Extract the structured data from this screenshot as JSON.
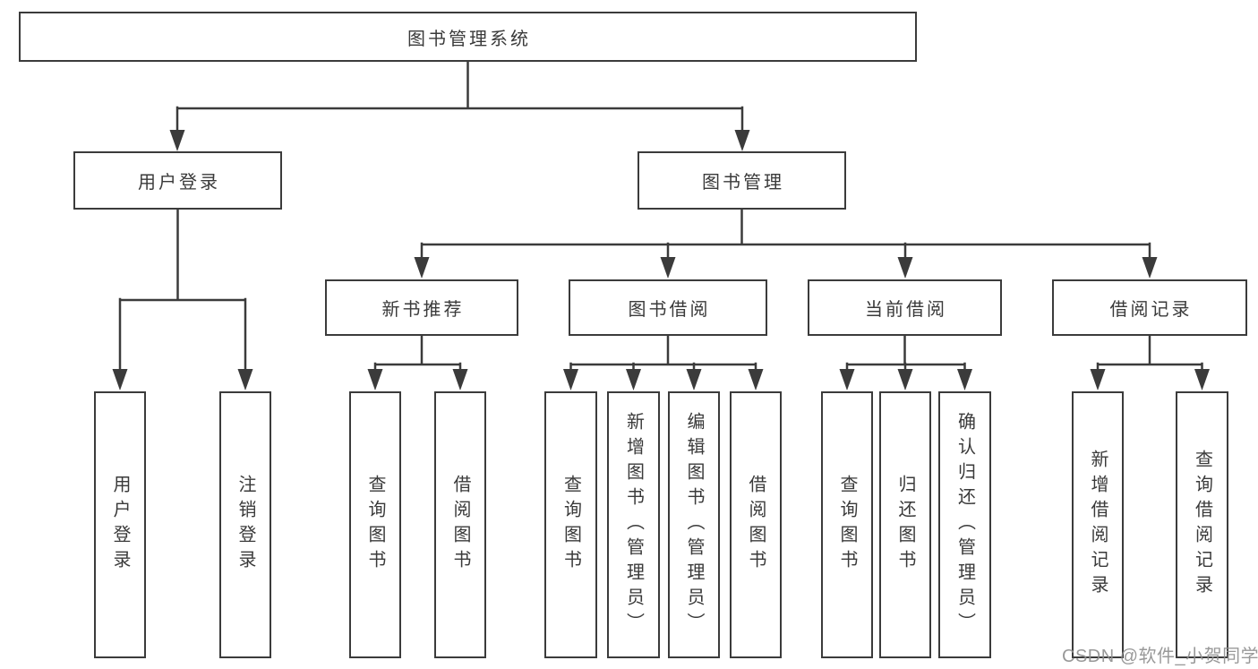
{
  "diagram": {
    "root": {
      "label": "图书管理系统"
    },
    "level2": [
      {
        "id": "user-login",
        "label": "用户登录"
      },
      {
        "id": "book-management",
        "label": "图书管理"
      }
    ],
    "level3": [
      {
        "id": "new-book-recommend",
        "label": "新书推荐"
      },
      {
        "id": "book-borrowing",
        "label": "图书借阅"
      },
      {
        "id": "current-borrowing",
        "label": "当前借阅"
      },
      {
        "id": "borrowing-records",
        "label": "借阅记录"
      }
    ],
    "leaves": {
      "userLogin": [
        "用户登录",
        "注销登录"
      ],
      "newBookRecommend": [
        "查询图书",
        "借阅图书"
      ],
      "bookBorrowing": [
        "查询图书",
        "新增图书（管理员）",
        "编辑图书（管理员）",
        "借阅图书"
      ],
      "currentBorrowing": [
        "查询图书",
        "归还图书",
        "确认归还（管理员）"
      ],
      "borrowingRecords": [
        "新增借阅记录",
        "查询借阅记录"
      ]
    }
  },
  "watermark": {
    "text": "CSDN @软件_小贺同学"
  },
  "colors": {
    "line": "#3b3b3b",
    "text": "#3a3a3a",
    "background": "#ffffff",
    "watermark": "#8f8f8f"
  }
}
